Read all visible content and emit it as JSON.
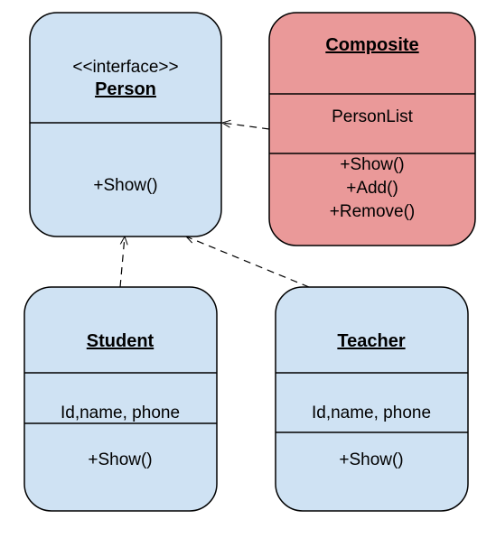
{
  "diagram": {
    "classes": {
      "person": {
        "stereotype": "<<interface>>",
        "name": "Person",
        "attributes": "",
        "methods": [
          "+Show()"
        ],
        "fill": "#cfe2f3",
        "stroke": "#000000"
      },
      "composite": {
        "name": "Composite",
        "attributes": "PersonList",
        "methods": [
          "+Show()",
          "+Add()",
          "+Remove()"
        ],
        "fill": "#ea9999",
        "stroke": "#000000"
      },
      "student": {
        "name": "Student",
        "attributes": "Id,name, phone",
        "methods": [
          "+Show()"
        ],
        "fill": "#cfe2f3",
        "stroke": "#000000"
      },
      "teacher": {
        "name": "Teacher",
        "attributes": "Id,name, phone",
        "methods": [
          "+Show()"
        ],
        "fill": "#cfe2f3",
        "stroke": "#000000"
      }
    },
    "relations": [
      {
        "from": "composite",
        "to": "person",
        "type": "realization"
      },
      {
        "from": "student",
        "to": "person",
        "type": "realization"
      },
      {
        "from": "teacher",
        "to": "person",
        "type": "realization"
      }
    ]
  }
}
